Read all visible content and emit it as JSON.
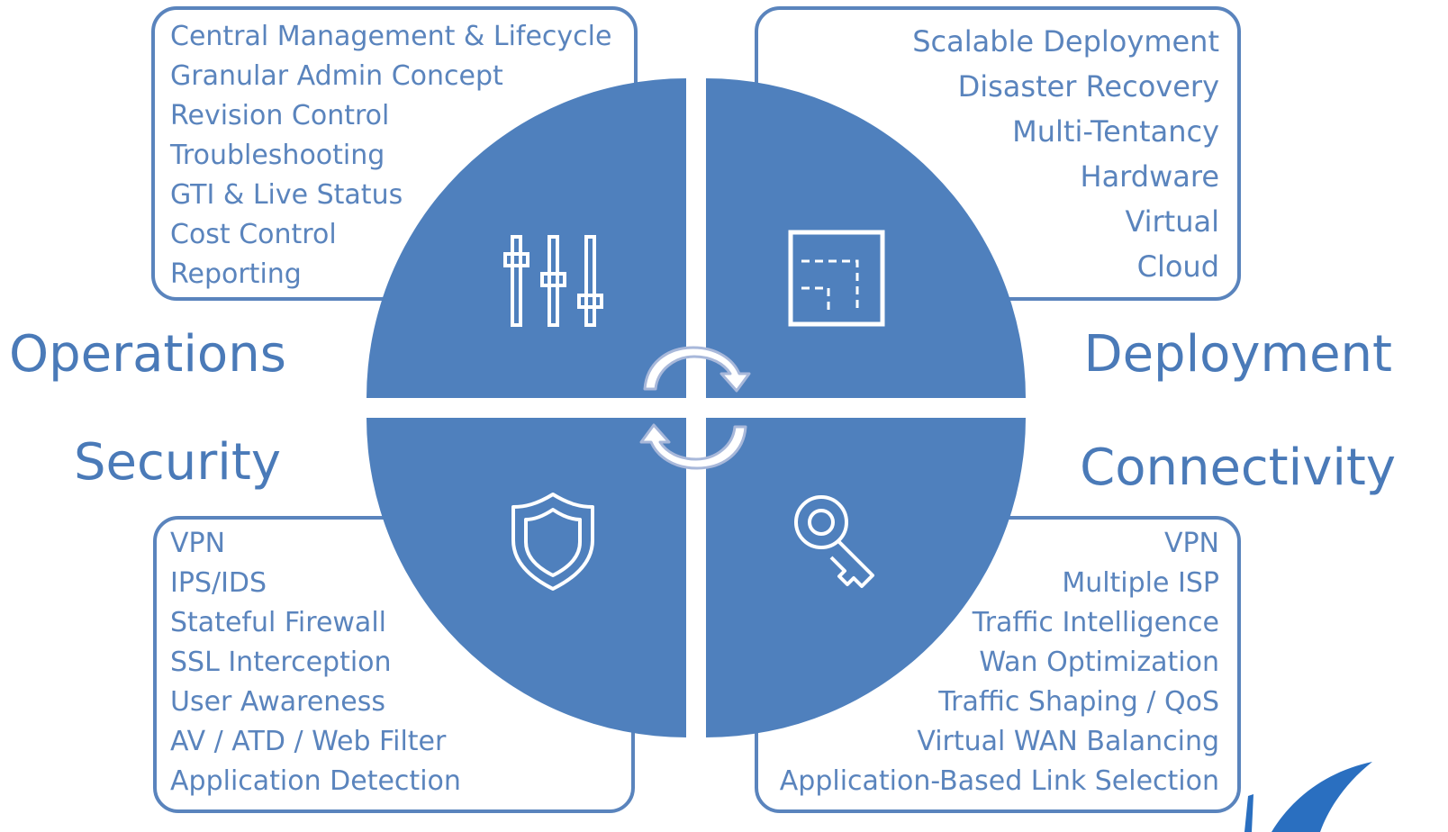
{
  "colors": {
    "accent": "#4f80bd",
    "text": "#5a84bd",
    "heading": "#4a7ab8",
    "border": "#5a84bd",
    "arrow": "#a8b8da"
  },
  "quadrants": {
    "operations": {
      "title": "Operations",
      "icon": "sliders-icon",
      "items": [
        "Central Management & Lifecycle",
        "Granular Admin Concept",
        "Revision Control",
        "Troubleshooting",
        "GTI & Live Status",
        "Cost Control",
        "Reporting"
      ]
    },
    "deployment": {
      "title": "Deployment",
      "icon": "floor-plan-icon",
      "items": [
        "Scalable Deployment",
        "Disaster Recovery",
        "Multi-Tentancy",
        "Hardware",
        "Virtual",
        "Cloud"
      ]
    },
    "security": {
      "title": "Security",
      "icon": "shield-icon",
      "items": [
        "VPN",
        "IPS/IDS",
        "Stateful Firewall",
        "SSL Interception",
        "User Awareness",
        "AV / ATD / Web Filter",
        "Application Detection"
      ]
    },
    "connectivity": {
      "title": "Connectivity",
      "icon": "key-icon",
      "items": [
        "VPN",
        "Multiple ISP",
        "Traffic Intelligence",
        "Wan Optimization",
        "Traffic Shaping / QoS",
        "Virtual WAN Balancing",
        "Application-Based Link Selection"
      ]
    }
  },
  "center_icon": "cycle-arrows-icon",
  "corner_icon": "logo-swoosh-icon"
}
